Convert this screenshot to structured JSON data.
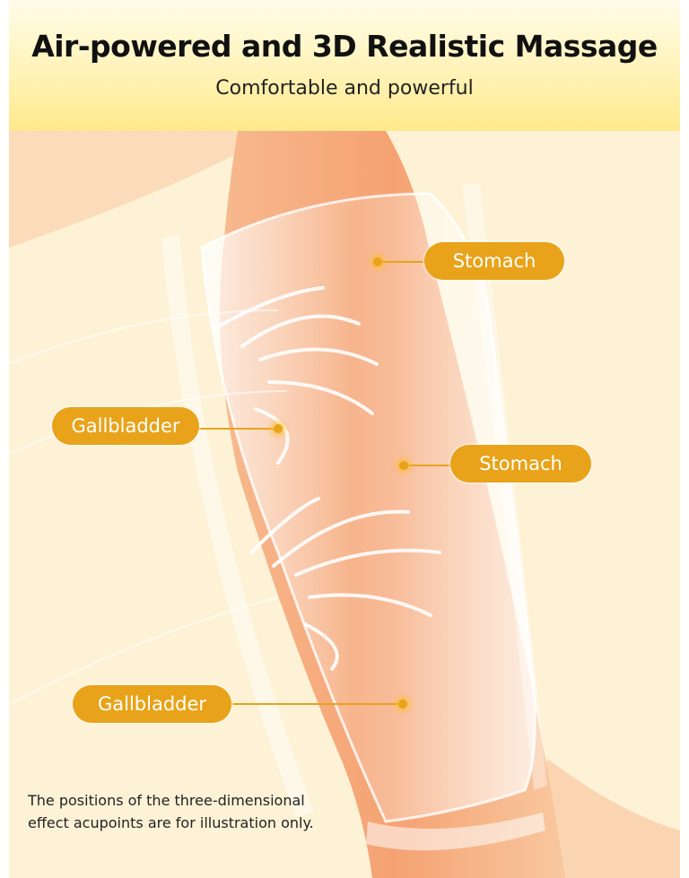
{
  "header": {
    "title": "Air-powered and 3D Realistic Massage",
    "subtitle": "Comfortable and powerful"
  },
  "callouts": [
    {
      "label": "Stomach"
    },
    {
      "label": "Gallbladder"
    },
    {
      "label": "Stomach"
    },
    {
      "label": "Gallbladder"
    }
  ],
  "footnote": {
    "line1": "The positions of the three-dimensional",
    "line2": "effect acupoints are for illustration only."
  },
  "colors": {
    "accent": "#e8a31a",
    "skin": "#f6a878",
    "background": "#fdf2d6"
  }
}
